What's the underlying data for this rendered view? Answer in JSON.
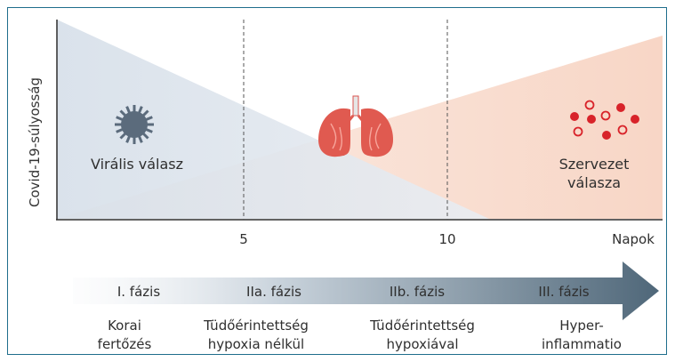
{
  "axes": {
    "y_label": "Covid-19-súlyosság",
    "x_unit": "Napok",
    "ticks": [
      "5",
      "10"
    ]
  },
  "regions": {
    "viral": "Virális válasz",
    "host_line1": "Szervezet",
    "host_line2": "válasza"
  },
  "phases": [
    {
      "name": "I. fázis",
      "desc_line1": "Korai",
      "desc_line2": "fertőzés"
    },
    {
      "name": "IIa. fázis",
      "desc_line1": "Tüdőérintettség",
      "desc_line2": "hypoxia nélkül"
    },
    {
      "name": "IIb. fázis",
      "desc_line1": "Tüdőérintettség",
      "desc_line2": "hypoxiával"
    },
    {
      "name": "III. fázis",
      "desc_line1": "Hyper-",
      "desc_line2": "inflammatio"
    }
  ],
  "colors": {
    "viral_area": "#dde4ec",
    "host_area": "#f9ddd0",
    "frame": "#1f6e8c",
    "arrow_light": "#eef1f5",
    "arrow_dark": "#4f6779",
    "virus": "#5b6b7c",
    "lung": "#e05a50",
    "cell": "#d8232a"
  },
  "icons": [
    "virus-icon",
    "lungs-icon",
    "cells-icon"
  ]
}
